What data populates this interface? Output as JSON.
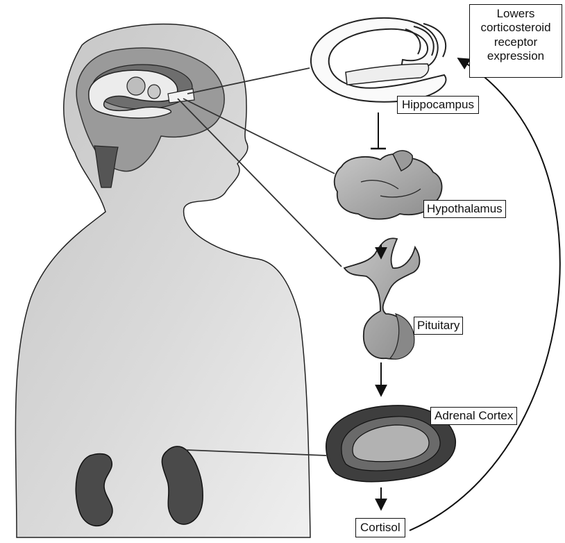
{
  "colors": {
    "background": "#ffffff",
    "body_fill": "#d6d6d6",
    "brain_fill": "#9a9a9a",
    "organ_dark": "#444444",
    "organ_mid": "#a9a9a9",
    "organ_light": "#f2f2f2",
    "line": "#111111"
  },
  "labels": {
    "feedback_note": [
      "Lowers",
      "corticosteroid",
      "receptor",
      "expression"
    ],
    "hippocampus": "Hippocampus",
    "hypothalamus": "Hypothalamus",
    "pituitary": "Pituitary",
    "adrenal_cortex": "Adrenal Cortex",
    "cortisol": "Cortisol"
  },
  "pathway": [
    {
      "from": "hippocampus",
      "to": "hypothalamus",
      "relation": "inhibits"
    },
    {
      "from": "hypothalamus",
      "to": "pituitary",
      "relation": "stimulates"
    },
    {
      "from": "pituitary",
      "to": "adrenal_cortex",
      "relation": "stimulates"
    },
    {
      "from": "adrenal_cortex",
      "to": "cortisol",
      "relation": "releases"
    },
    {
      "from": "cortisol",
      "to": "hippocampus",
      "relation": "feedback"
    }
  ],
  "icons": [
    "human-silhouette-icon",
    "brain-icon",
    "kidney-icon",
    "hippocampus-icon",
    "hypothalamus-icon",
    "pituitary-icon",
    "adrenal-cortex-icon"
  ]
}
